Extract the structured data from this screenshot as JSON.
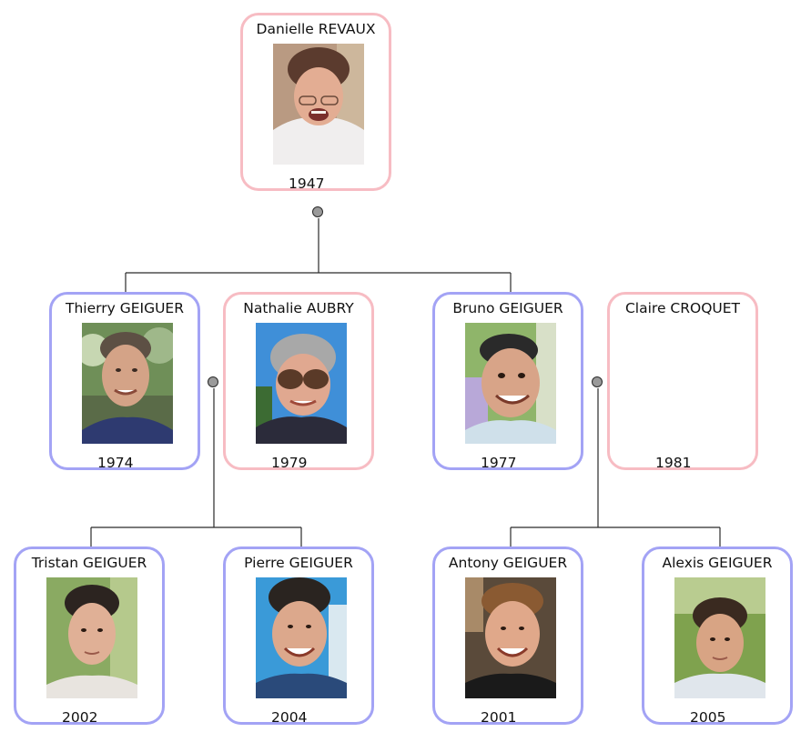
{
  "people": {
    "danielle": {
      "name": "Danielle REVAUX",
      "year": "1947"
    },
    "thierry": {
      "name": "Thierry GEIGUER",
      "year": "1974"
    },
    "nathalie": {
      "name": "Nathalie AUBRY",
      "year": "1979"
    },
    "bruno": {
      "name": "Bruno GEIGUER",
      "year": "1977"
    },
    "claire": {
      "name": "Claire CROQUET",
      "year": "1981"
    },
    "tristan": {
      "name": "Tristan GEIGUER",
      "year": "2002"
    },
    "pierre": {
      "name": "Pierre GEIGUER",
      "year": "2004"
    },
    "antony": {
      "name": "Antony GEIGUER",
      "year": "2001"
    },
    "alexis": {
      "name": "Alexis GEIGUER",
      "year": "2005"
    }
  },
  "colors": {
    "male_border": "#a3a3f5",
    "female_border": "#f7bcc3",
    "connector": "#2a2a2a",
    "union_dot": "#9a9a9a"
  }
}
